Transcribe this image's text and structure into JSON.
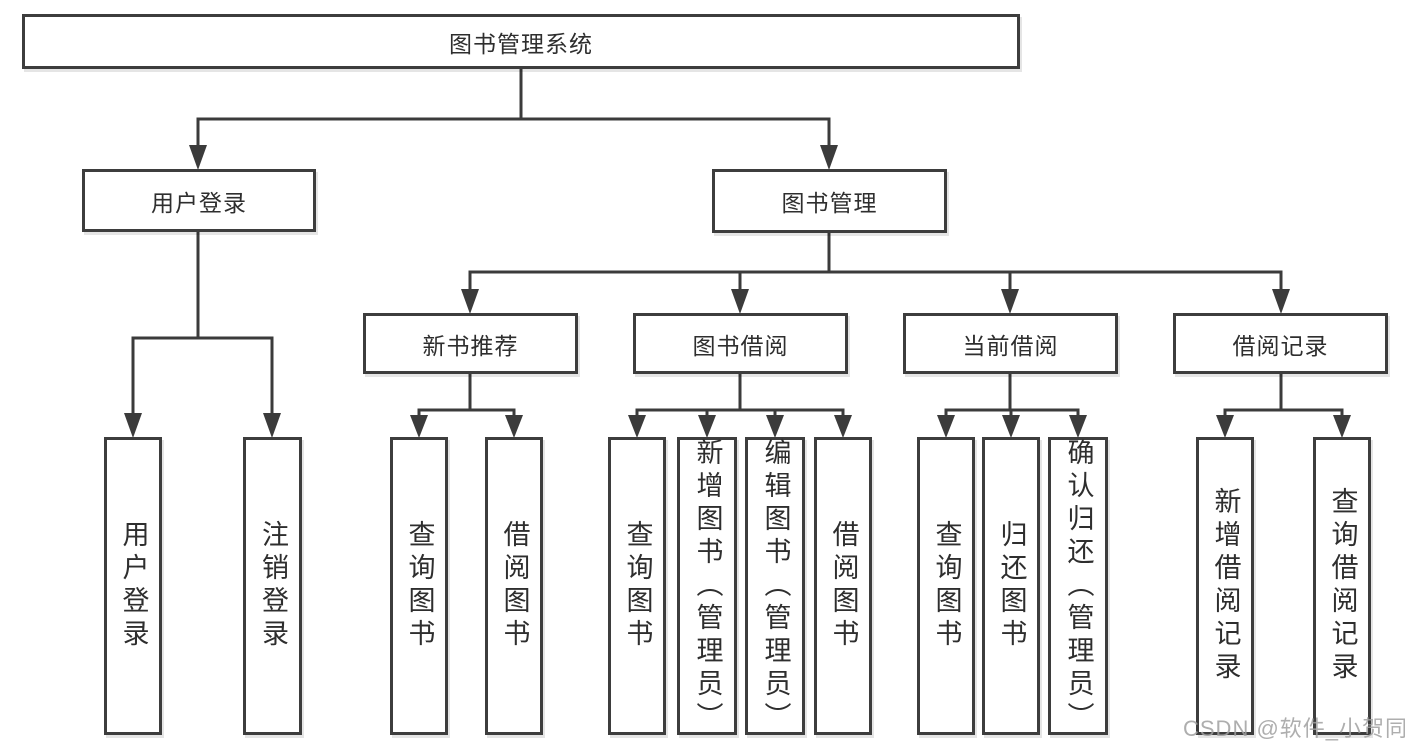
{
  "diagram": {
    "root": {
      "label": "图书管理系统"
    },
    "level2": [
      {
        "id": "user-login",
        "label": "用户登录"
      },
      {
        "id": "book-management",
        "label": "图书管理"
      }
    ],
    "level3": [
      {
        "id": "new-book-recommend",
        "parent": "图书管理",
        "label": "新书推荐"
      },
      {
        "id": "book-borrow",
        "parent": "图书管理",
        "label": "图书借阅"
      },
      {
        "id": "current-borrow",
        "parent": "图书管理",
        "label": "当前借阅"
      },
      {
        "id": "borrow-records",
        "parent": "图书管理",
        "label": "借阅记录"
      }
    ],
    "leaves": [
      {
        "parent": "用户登录",
        "label": "用户登录"
      },
      {
        "parent": "用户登录",
        "label": "注销登录"
      },
      {
        "parent": "新书推荐",
        "label": "查询图书"
      },
      {
        "parent": "新书推荐",
        "label": "借阅图书"
      },
      {
        "parent": "图书借阅",
        "label": "查询图书"
      },
      {
        "parent": "图书借阅",
        "label": "新增图书（管理员）"
      },
      {
        "parent": "图书借阅",
        "label": "编辑图书（管理员）"
      },
      {
        "parent": "图书借阅",
        "label": "借阅图书"
      },
      {
        "parent": "当前借阅",
        "label": "查询图书"
      },
      {
        "parent": "当前借阅",
        "label": "归还图书"
      },
      {
        "parent": "当前借阅",
        "label": "确认归还（管理员）"
      },
      {
        "parent": "借阅记录",
        "label": "新增借阅记录"
      },
      {
        "parent": "借阅记录",
        "label": "查询借阅记录"
      }
    ]
  },
  "watermark": {
    "text": "CSDN @软件_小贺同学",
    "color": "#a0a0a0"
  },
  "colors": {
    "line": "#3b3b3b",
    "border": "#3d3d3d",
    "text": "#2e2e2e",
    "background": "#ffffff"
  }
}
